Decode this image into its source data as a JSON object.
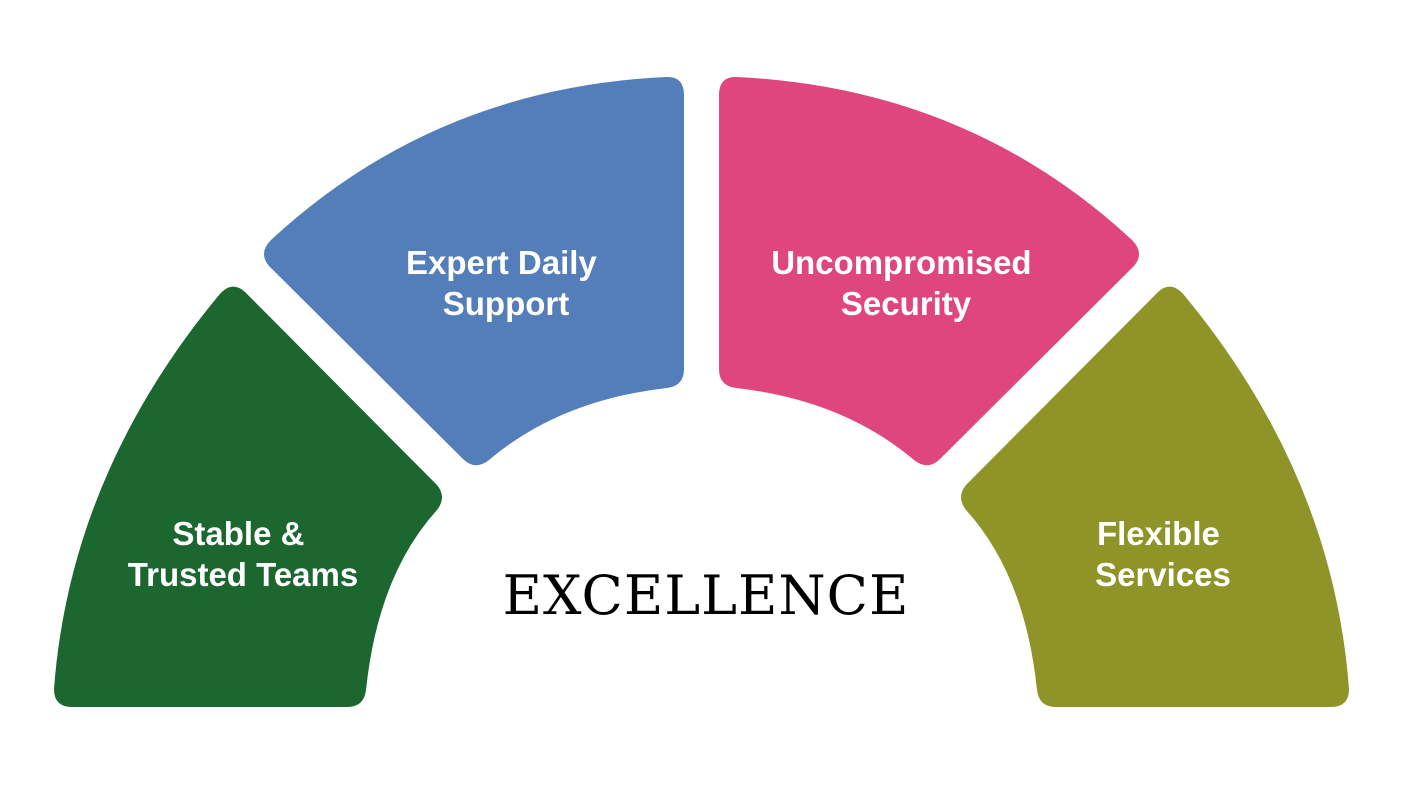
{
  "diagram": {
    "center_title": "EXCELLENCE",
    "segments": [
      {
        "id": "stable-trusted-teams",
        "label_lines": [
          "Stable &",
          "Trusted Teams"
        ],
        "color": "#1C6630"
      },
      {
        "id": "expert-daily-support",
        "label_lines": [
          "Expert Daily",
          "Support"
        ],
        "color": "#547EBA"
      },
      {
        "id": "uncompromised-security",
        "label_lines": [
          "Uncompromised",
          "Security"
        ],
        "color": "#DF467E"
      },
      {
        "id": "flexible-services",
        "label_lines": [
          "Flexible",
          "Services"
        ],
        "color": "#8E9427"
      }
    ]
  }
}
